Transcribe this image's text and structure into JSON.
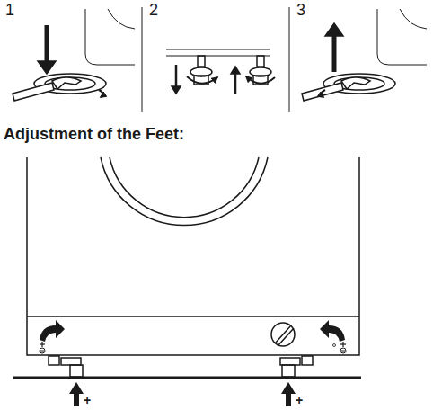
{
  "diagram": {
    "labels": [
      "1",
      "2",
      "3",
      "Adjustment of the Feet:",
      "+",
      "+"
    ]
  }
}
